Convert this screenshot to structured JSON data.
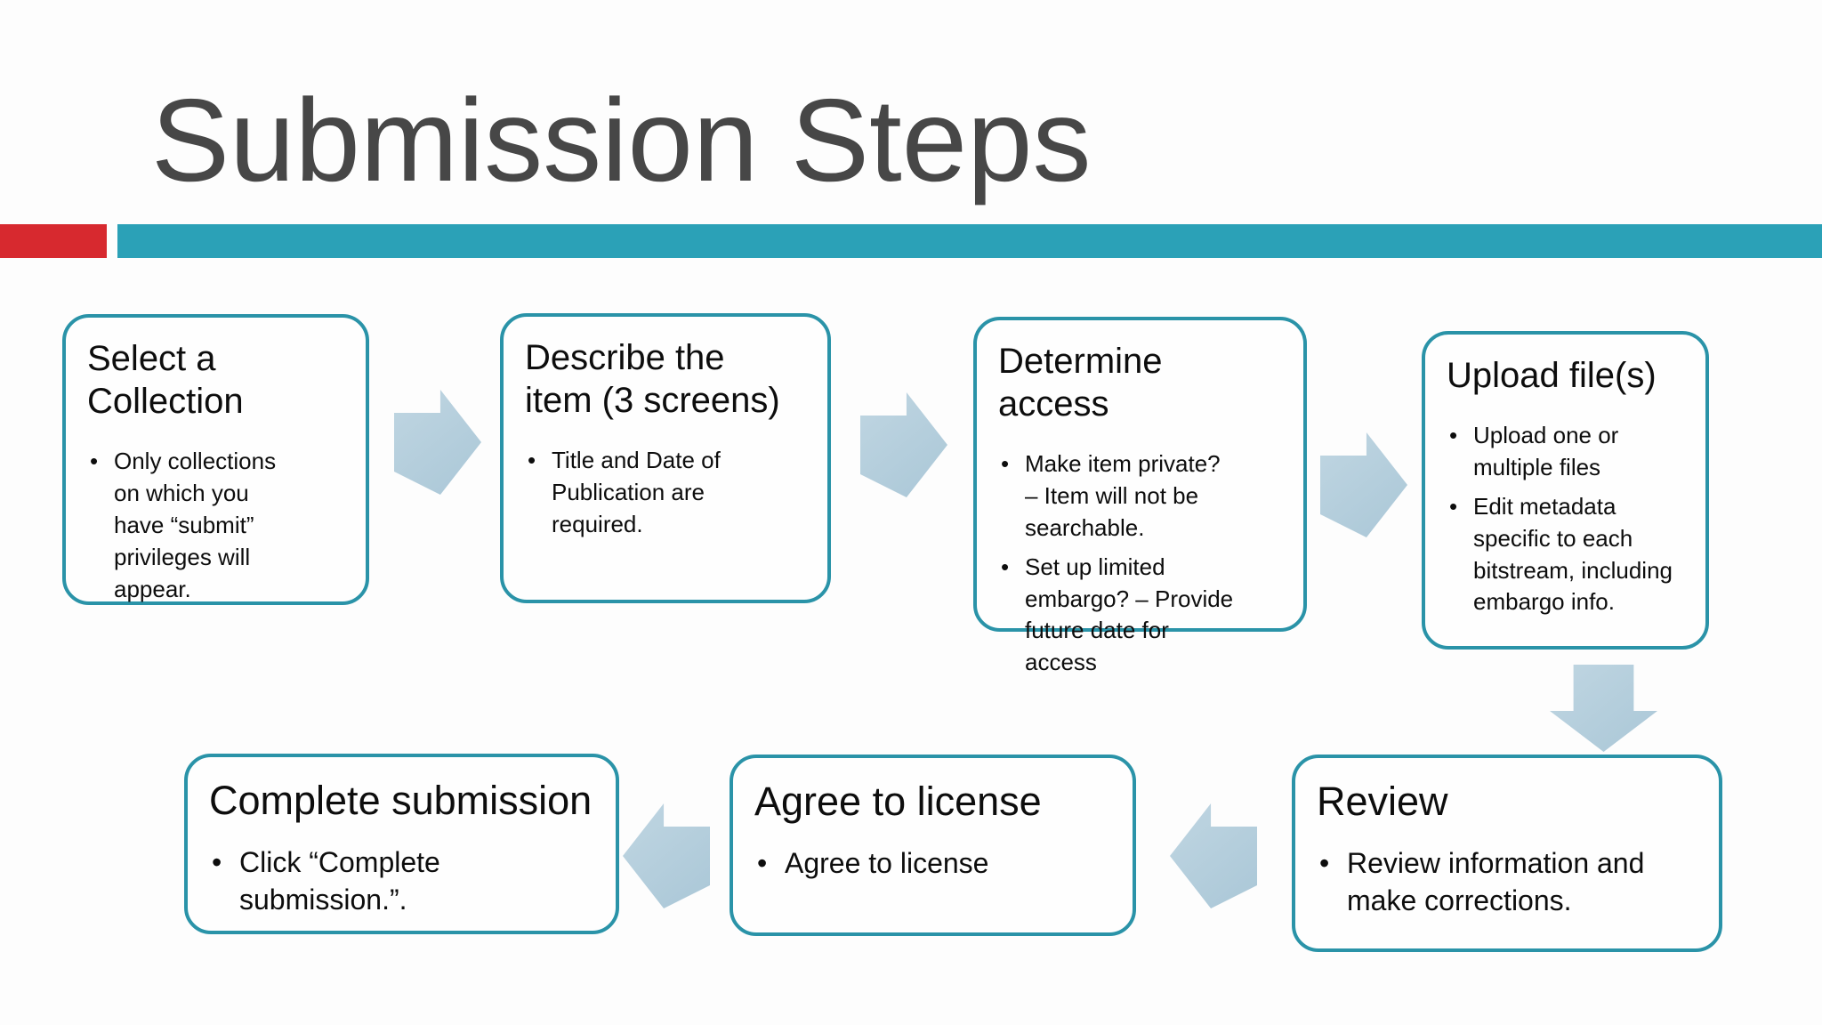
{
  "slide": {
    "title": "Submission Steps"
  },
  "colors": {
    "accent_red": "#D7292F",
    "accent_teal_bar": "#2BA1B7",
    "box_border": "#2A93A8",
    "box_fill": "#FEFEFE",
    "arrow_fill": "#B4CEDC",
    "title_text": "#474747",
    "body_text": "#0D0D0D"
  },
  "steps": [
    {
      "title": "Select a\nCollection",
      "bullets": [
        "Only collections\non which you\nhave “submit”\nprivileges will\nappear."
      ]
    },
    {
      "title": "Describe the\nitem (3 screens)",
      "bullets": [
        "Title and Date of\nPublication are\nrequired."
      ]
    },
    {
      "title": "Determine\naccess",
      "bullets": [
        "Make item private?\n– Item will not be\nsearchable.",
        "Set up limited\nembargo? – Provide\nfuture date for\naccess"
      ]
    },
    {
      "title": "Upload file(s)",
      "bullets": [
        "Upload one or\nmultiple files",
        "Edit metadata\nspecific to each\nbitstream, including\nembargo info."
      ]
    },
    {
      "title": "Review",
      "bullets": [
        "Review information and\nmake corrections."
      ]
    },
    {
      "title": "Agree to license",
      "bullets": [
        "Agree to license"
      ]
    },
    {
      "title": "Complete submission",
      "bullets": [
        "Click “Complete\nsubmission.”."
      ]
    }
  ],
  "flow_arrows": [
    "right",
    "right",
    "right",
    "down",
    "left",
    "left"
  ]
}
